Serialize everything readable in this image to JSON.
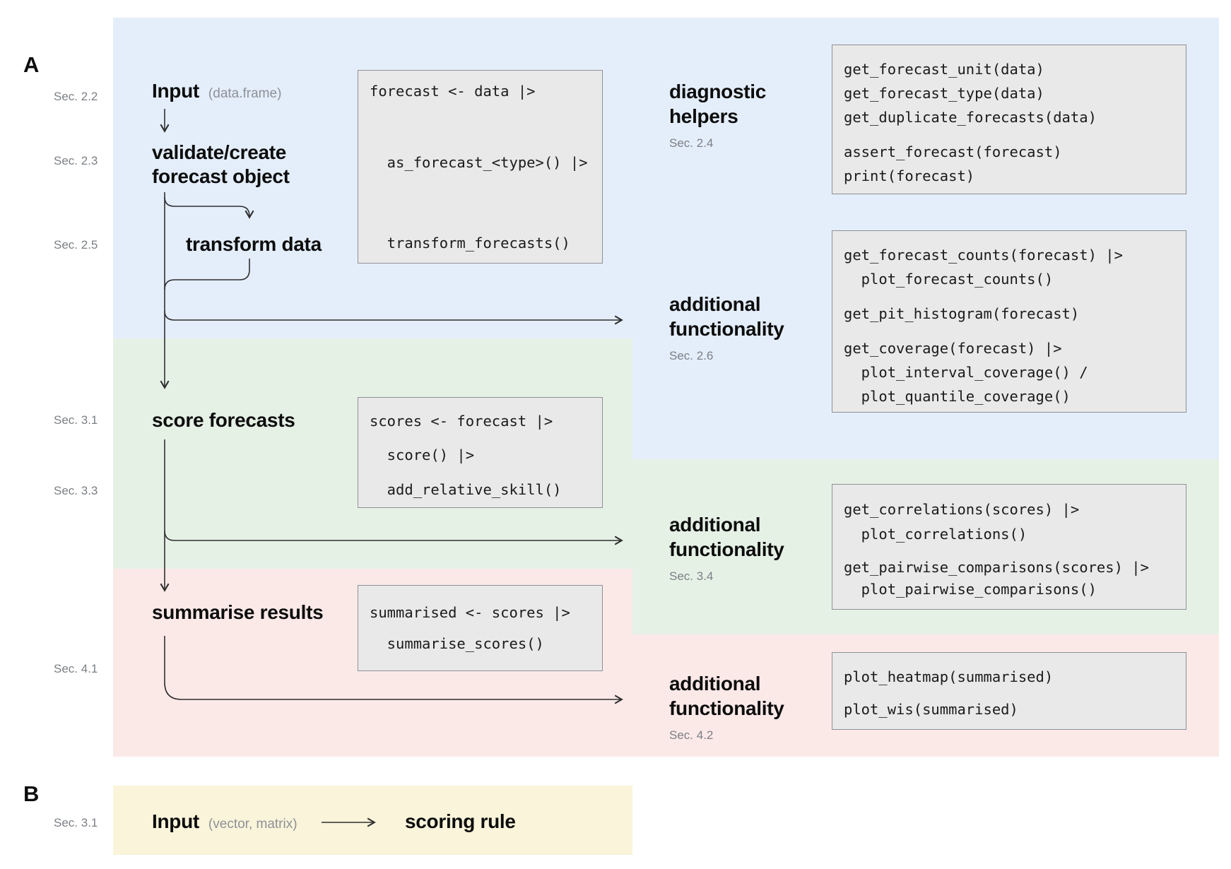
{
  "panel_a": {
    "label": "A",
    "flow": {
      "input": {
        "sec": "Sec. 2.2",
        "title": "Input",
        "subtitle": "(data.frame)"
      },
      "validate": {
        "sec": "Sec. 2.3",
        "title_line1": "validate/create",
        "title_line2": "forecast object"
      },
      "transform": {
        "sec": "Sec. 2.5",
        "title": "transform data"
      },
      "score": {
        "sec": "Sec. 3.1",
        "title": "score forecasts"
      },
      "summarise": {
        "sec": "Sec. 4.1",
        "title": "summarise results"
      }
    },
    "right_headings": {
      "diagnostic": {
        "line1": "diagnostic",
        "line2": "helpers",
        "sec": "Sec. 2.4"
      },
      "additional_1": {
        "line1": "additional",
        "line2": "functionality",
        "sec": "Sec. 2.6"
      },
      "additional_2": {
        "line1": "additional",
        "line2": "functionality",
        "sec": "Sec. 3.4"
      },
      "additional_3": {
        "line1": "additional",
        "line2": "functionality",
        "sec": "Sec. 4.2"
      }
    },
    "code_boxes": {
      "pipeline_forecast": {
        "lines": [
          "forecast <- data |>",
          "  as_forecast_<type>() |>",
          "  transform_forecasts()"
        ]
      },
      "pipeline_scores": {
        "lines": [
          "scores <- forecast |>",
          "  score() |>",
          "  add_relative_skill()"
        ]
      },
      "pipeline_summarised": {
        "lines": [
          "summarised <- scores |>",
          "  summarise_scores()"
        ]
      },
      "diagnostic_helpers": {
        "lines": [
          "get_forecast_unit(data)",
          "get_forecast_type(data)",
          "get_duplicate_forecasts(data)",
          "assert_forecast(forecast)",
          "print(forecast)"
        ]
      },
      "additional_1": {
        "lines": [
          "get_forecast_counts(forecast) |>",
          "  plot_forecast_counts()",
          "get_pit_histogram(forecast)",
          "get_coverage(forecast) |>",
          "  plot_interval_coverage() /",
          "  plot_quantile_coverage()"
        ]
      },
      "additional_2": {
        "lines": [
          "get_correlations(scores) |>",
          "  plot_correlations()",
          "get_pairwise_comparisons(scores) |>",
          "  plot_pairwise_comparisons()"
        ]
      },
      "additional_3": {
        "lines": [
          "plot_heatmap(summarised)",
          "plot_wis(summarised)"
        ]
      }
    }
  },
  "panel_b": {
    "label": "B",
    "sec": "Sec. 3.1",
    "input_title": "Input",
    "input_subtitle": "(vector, matrix)",
    "target": "scoring rule"
  },
  "colors": {
    "blue_region": "#e4eefb",
    "green_region": "#e6f1e6",
    "pink_region": "#fbe9e8",
    "yellow_region": "#f9f4da",
    "code_box_fill": "#e9e9e9",
    "code_box_border": "#8f9096",
    "muted_text": "#7b7f85",
    "arrow": "#2f2f2f"
  }
}
